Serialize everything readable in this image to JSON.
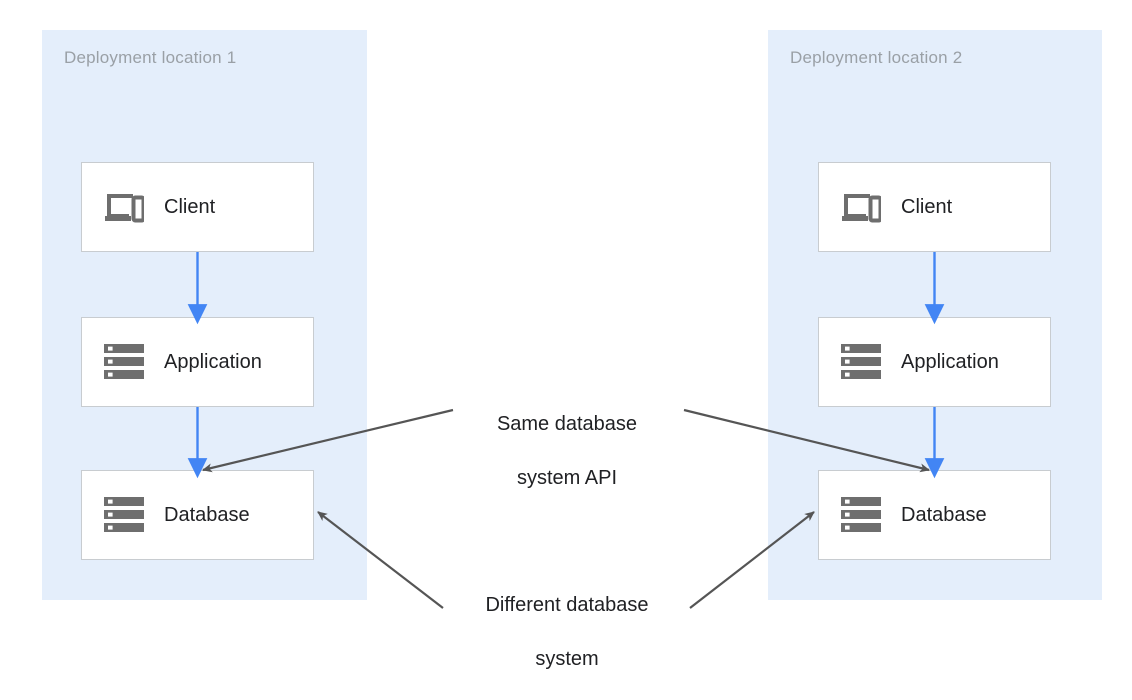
{
  "diagram": {
    "title_hidden": "",
    "colors": {
      "zone_background": "#e4eefb",
      "node_background": "#ffffff",
      "node_border": "#c8ccd0",
      "flow_arrow": "#4285f4",
      "annotation_arrow": "#555555",
      "zone_label_text": "#9aa0a6",
      "node_label_text": "#202124",
      "icon_gray": "#6e6e6e",
      "page_background": "#ffffff"
    },
    "zones": [
      {
        "id": "zone-1",
        "label": "Deployment location 1",
        "nodes": [
          {
            "id": "client-1",
            "label": "Client",
            "icon": "devices-icon"
          },
          {
            "id": "application-1",
            "label": "Application",
            "icon": "server-icon"
          },
          {
            "id": "database-1",
            "label": "Database",
            "icon": "server-icon"
          }
        ],
        "flows": [
          {
            "from": "client-1",
            "to": "application-1",
            "direction": "down"
          },
          {
            "from": "application-1",
            "to": "database-1",
            "direction": "down"
          }
        ]
      },
      {
        "id": "zone-2",
        "label": "Deployment location 2",
        "nodes": [
          {
            "id": "client-2",
            "label": "Client",
            "icon": "devices-icon"
          },
          {
            "id": "application-2",
            "label": "Application",
            "icon": "server-icon"
          },
          {
            "id": "database-2",
            "label": "Database",
            "icon": "server-icon"
          }
        ],
        "flows": [
          {
            "from": "client-2",
            "to": "application-2",
            "direction": "down"
          },
          {
            "from": "application-2",
            "to": "database-2",
            "direction": "down"
          }
        ]
      }
    ],
    "annotations": [
      {
        "id": "annotation-same-api",
        "text": "Same database\nsystem API",
        "line_1": "Same database",
        "line_2": "system API",
        "points_to": [
          "database-1",
          "database-2"
        ]
      },
      {
        "id": "annotation-different-system",
        "text": "Different database\nsystem",
        "line_1": "Different database",
        "line_2": "system",
        "points_to": [
          "database-1",
          "database-2"
        ]
      }
    ]
  }
}
